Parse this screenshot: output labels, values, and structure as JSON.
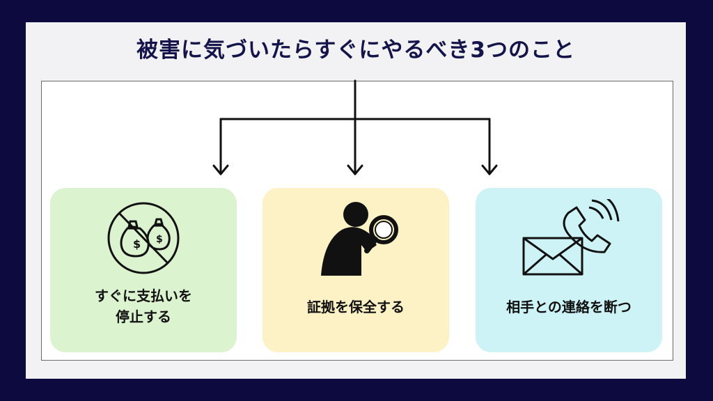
{
  "title": "被害に気づいたらすぐにやるべき3つのこと",
  "colors": {
    "background": "#0d0a3f",
    "card1": "#dcf3cf",
    "card2": "#fdf2c6",
    "card3": "#cdf3f6"
  },
  "steps": [
    {
      "label": "すぐに支払いを\n停止する",
      "icon": "no-money-icon"
    },
    {
      "label": "証拠を保全する",
      "icon": "magnifier-person-icon"
    },
    {
      "label": "相手との連絡を断つ",
      "icon": "mail-phone-icon"
    }
  ]
}
